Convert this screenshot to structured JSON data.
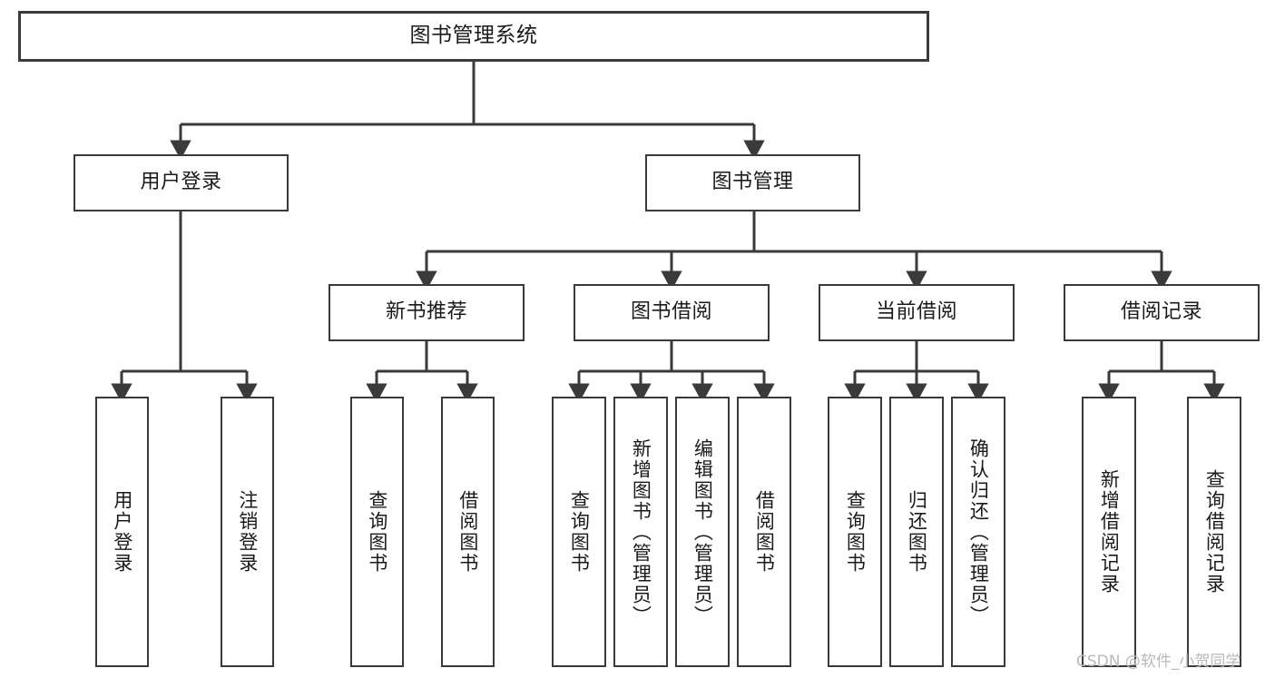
{
  "diagram": {
    "title": "图书管理系统",
    "type": "hierarchy-tree",
    "colors": {
      "box_border": "#3a3a3a",
      "box_fill": "#ffffff",
      "connector": "#3a3a3a",
      "text": "#1a1a1a",
      "watermark": "#b9b9b9"
    },
    "nodes": {
      "root": {
        "label": "图书管理系统",
        "level": 0,
        "orientation": "horizontal"
      },
      "user_login": {
        "label": "用户登录",
        "level": 1,
        "orientation": "horizontal"
      },
      "book_manage": {
        "label": "图书管理",
        "level": 1,
        "orientation": "horizontal"
      },
      "new_book_rec": {
        "label": "新书推荐",
        "level": 2,
        "orientation": "horizontal"
      },
      "book_borrow": {
        "label": "图书借阅",
        "level": 2,
        "orientation": "horizontal"
      },
      "current_borrow": {
        "label": "当前借阅",
        "level": 2,
        "orientation": "horizontal"
      },
      "borrow_record": {
        "label": "借阅记录",
        "level": 2,
        "orientation": "horizontal"
      },
      "leaf_user_login": {
        "label": "用户登录",
        "level": 2,
        "orientation": "vertical"
      },
      "leaf_logout": {
        "label": "注销登录",
        "level": 2,
        "orientation": "vertical"
      },
      "leaf_query_book_1": {
        "label": "查询图书",
        "level": 3,
        "orientation": "vertical"
      },
      "leaf_borrow_book_1": {
        "label": "借阅图书",
        "level": 3,
        "orientation": "vertical"
      },
      "leaf_query_book_2": {
        "label": "查询图书",
        "level": 3,
        "orientation": "vertical"
      },
      "leaf_add_book": {
        "label": "新增图书（管理员）",
        "level": 3,
        "orientation": "vertical"
      },
      "leaf_edit_book": {
        "label": "编辑图书（管理员）",
        "level": 3,
        "orientation": "vertical"
      },
      "leaf_borrow_book_2": {
        "label": "借阅图书",
        "level": 3,
        "orientation": "vertical"
      },
      "leaf_query_book_3": {
        "label": "查询图书",
        "level": 3,
        "orientation": "vertical"
      },
      "leaf_return_book": {
        "label": "归还图书",
        "level": 3,
        "orientation": "vertical"
      },
      "leaf_confirm_return": {
        "label": "确认归还（管理员）",
        "level": 3,
        "orientation": "vertical"
      },
      "leaf_add_record": {
        "label": "新增借阅记录",
        "level": 3,
        "orientation": "vertical"
      },
      "leaf_query_record": {
        "label": "查询借阅记录",
        "level": 3,
        "orientation": "vertical"
      }
    },
    "edges": [
      {
        "from": "root",
        "to": "user_login"
      },
      {
        "from": "root",
        "to": "book_manage"
      },
      {
        "from": "user_login",
        "to": "leaf_user_login"
      },
      {
        "from": "user_login",
        "to": "leaf_logout"
      },
      {
        "from": "book_manage",
        "to": "new_book_rec"
      },
      {
        "from": "book_manage",
        "to": "book_borrow"
      },
      {
        "from": "book_manage",
        "to": "current_borrow"
      },
      {
        "from": "book_manage",
        "to": "borrow_record"
      },
      {
        "from": "new_book_rec",
        "to": "leaf_query_book_1"
      },
      {
        "from": "new_book_rec",
        "to": "leaf_borrow_book_1"
      },
      {
        "from": "book_borrow",
        "to": "leaf_query_book_2"
      },
      {
        "from": "book_borrow",
        "to": "leaf_add_book"
      },
      {
        "from": "book_borrow",
        "to": "leaf_edit_book"
      },
      {
        "from": "book_borrow",
        "to": "leaf_borrow_book_2"
      },
      {
        "from": "current_borrow",
        "to": "leaf_query_book_3"
      },
      {
        "from": "current_borrow",
        "to": "leaf_return_book"
      },
      {
        "from": "current_borrow",
        "to": "leaf_confirm_return"
      },
      {
        "from": "borrow_record",
        "to": "leaf_add_record"
      },
      {
        "from": "borrow_record",
        "to": "leaf_query_record"
      }
    ]
  },
  "watermark": {
    "text": "CSDN @软件_小贺同学"
  }
}
